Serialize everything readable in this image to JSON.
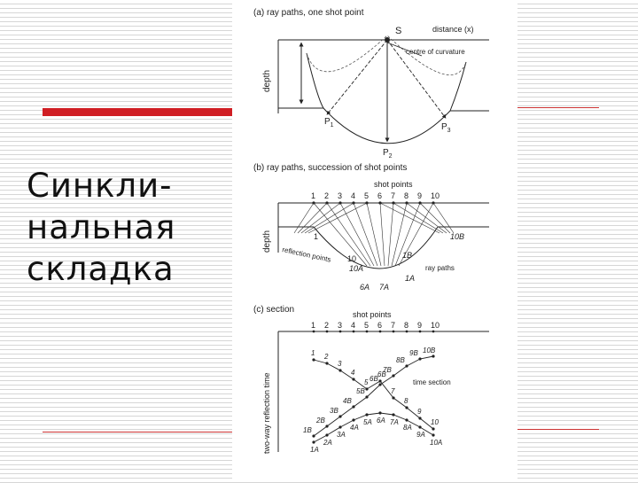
{
  "slide": {
    "title": "Синкли-\nнальная\nскладка"
  },
  "figure": {
    "panel_a": {
      "caption": "(a)  ray paths, one shot point",
      "shot_label": "S",
      "distance_label": "distance (x)",
      "depth_label": "depth",
      "curvature_label": "centre of curvature",
      "p1": "P",
      "p1_sub": "1",
      "p2": "P",
      "p2_sub": "2",
      "p3": "P",
      "p3_sub": "3"
    },
    "panel_b": {
      "caption": "(b)  ray paths, succession of shot points",
      "shot_points_label": "shot points",
      "shot_numbers": [
        "1",
        "2",
        "3",
        "4",
        "5",
        "6",
        "7",
        "8",
        "9",
        "10"
      ],
      "depth_label": "depth",
      "reflection_points_label": "reflection points",
      "ray_paths_label": "ray paths",
      "label_10B": "10B",
      "label_1": "1",
      "label_10": "10",
      "label_1B": "1B",
      "label_10A": "10A",
      "label_6A": "6A",
      "label_7A": "7A",
      "label_1A": "1A"
    },
    "panel_c": {
      "caption": "(c)  section",
      "shot_points_label": "shot points",
      "shot_numbers": [
        "1",
        "2",
        "3",
        "4",
        "5",
        "6",
        "7",
        "8",
        "9",
        "10"
      ],
      "time_label": "two-way reflection time",
      "time_section_label": "time section",
      "curve_falling": [
        "1",
        "2",
        "3",
        "4",
        "5",
        "6B",
        "7",
        "8",
        "9",
        "10"
      ],
      "curve_rising": [
        "1B",
        "2B",
        "3B",
        "4B",
        "5B",
        "6B",
        "7B",
        "8B",
        "9B",
        "10B"
      ],
      "curve_bottom": [
        "1A",
        "2A",
        "3A",
        "4A",
        "5A",
        "6A",
        "7A",
        "8A",
        "9A",
        "10A"
      ]
    }
  }
}
